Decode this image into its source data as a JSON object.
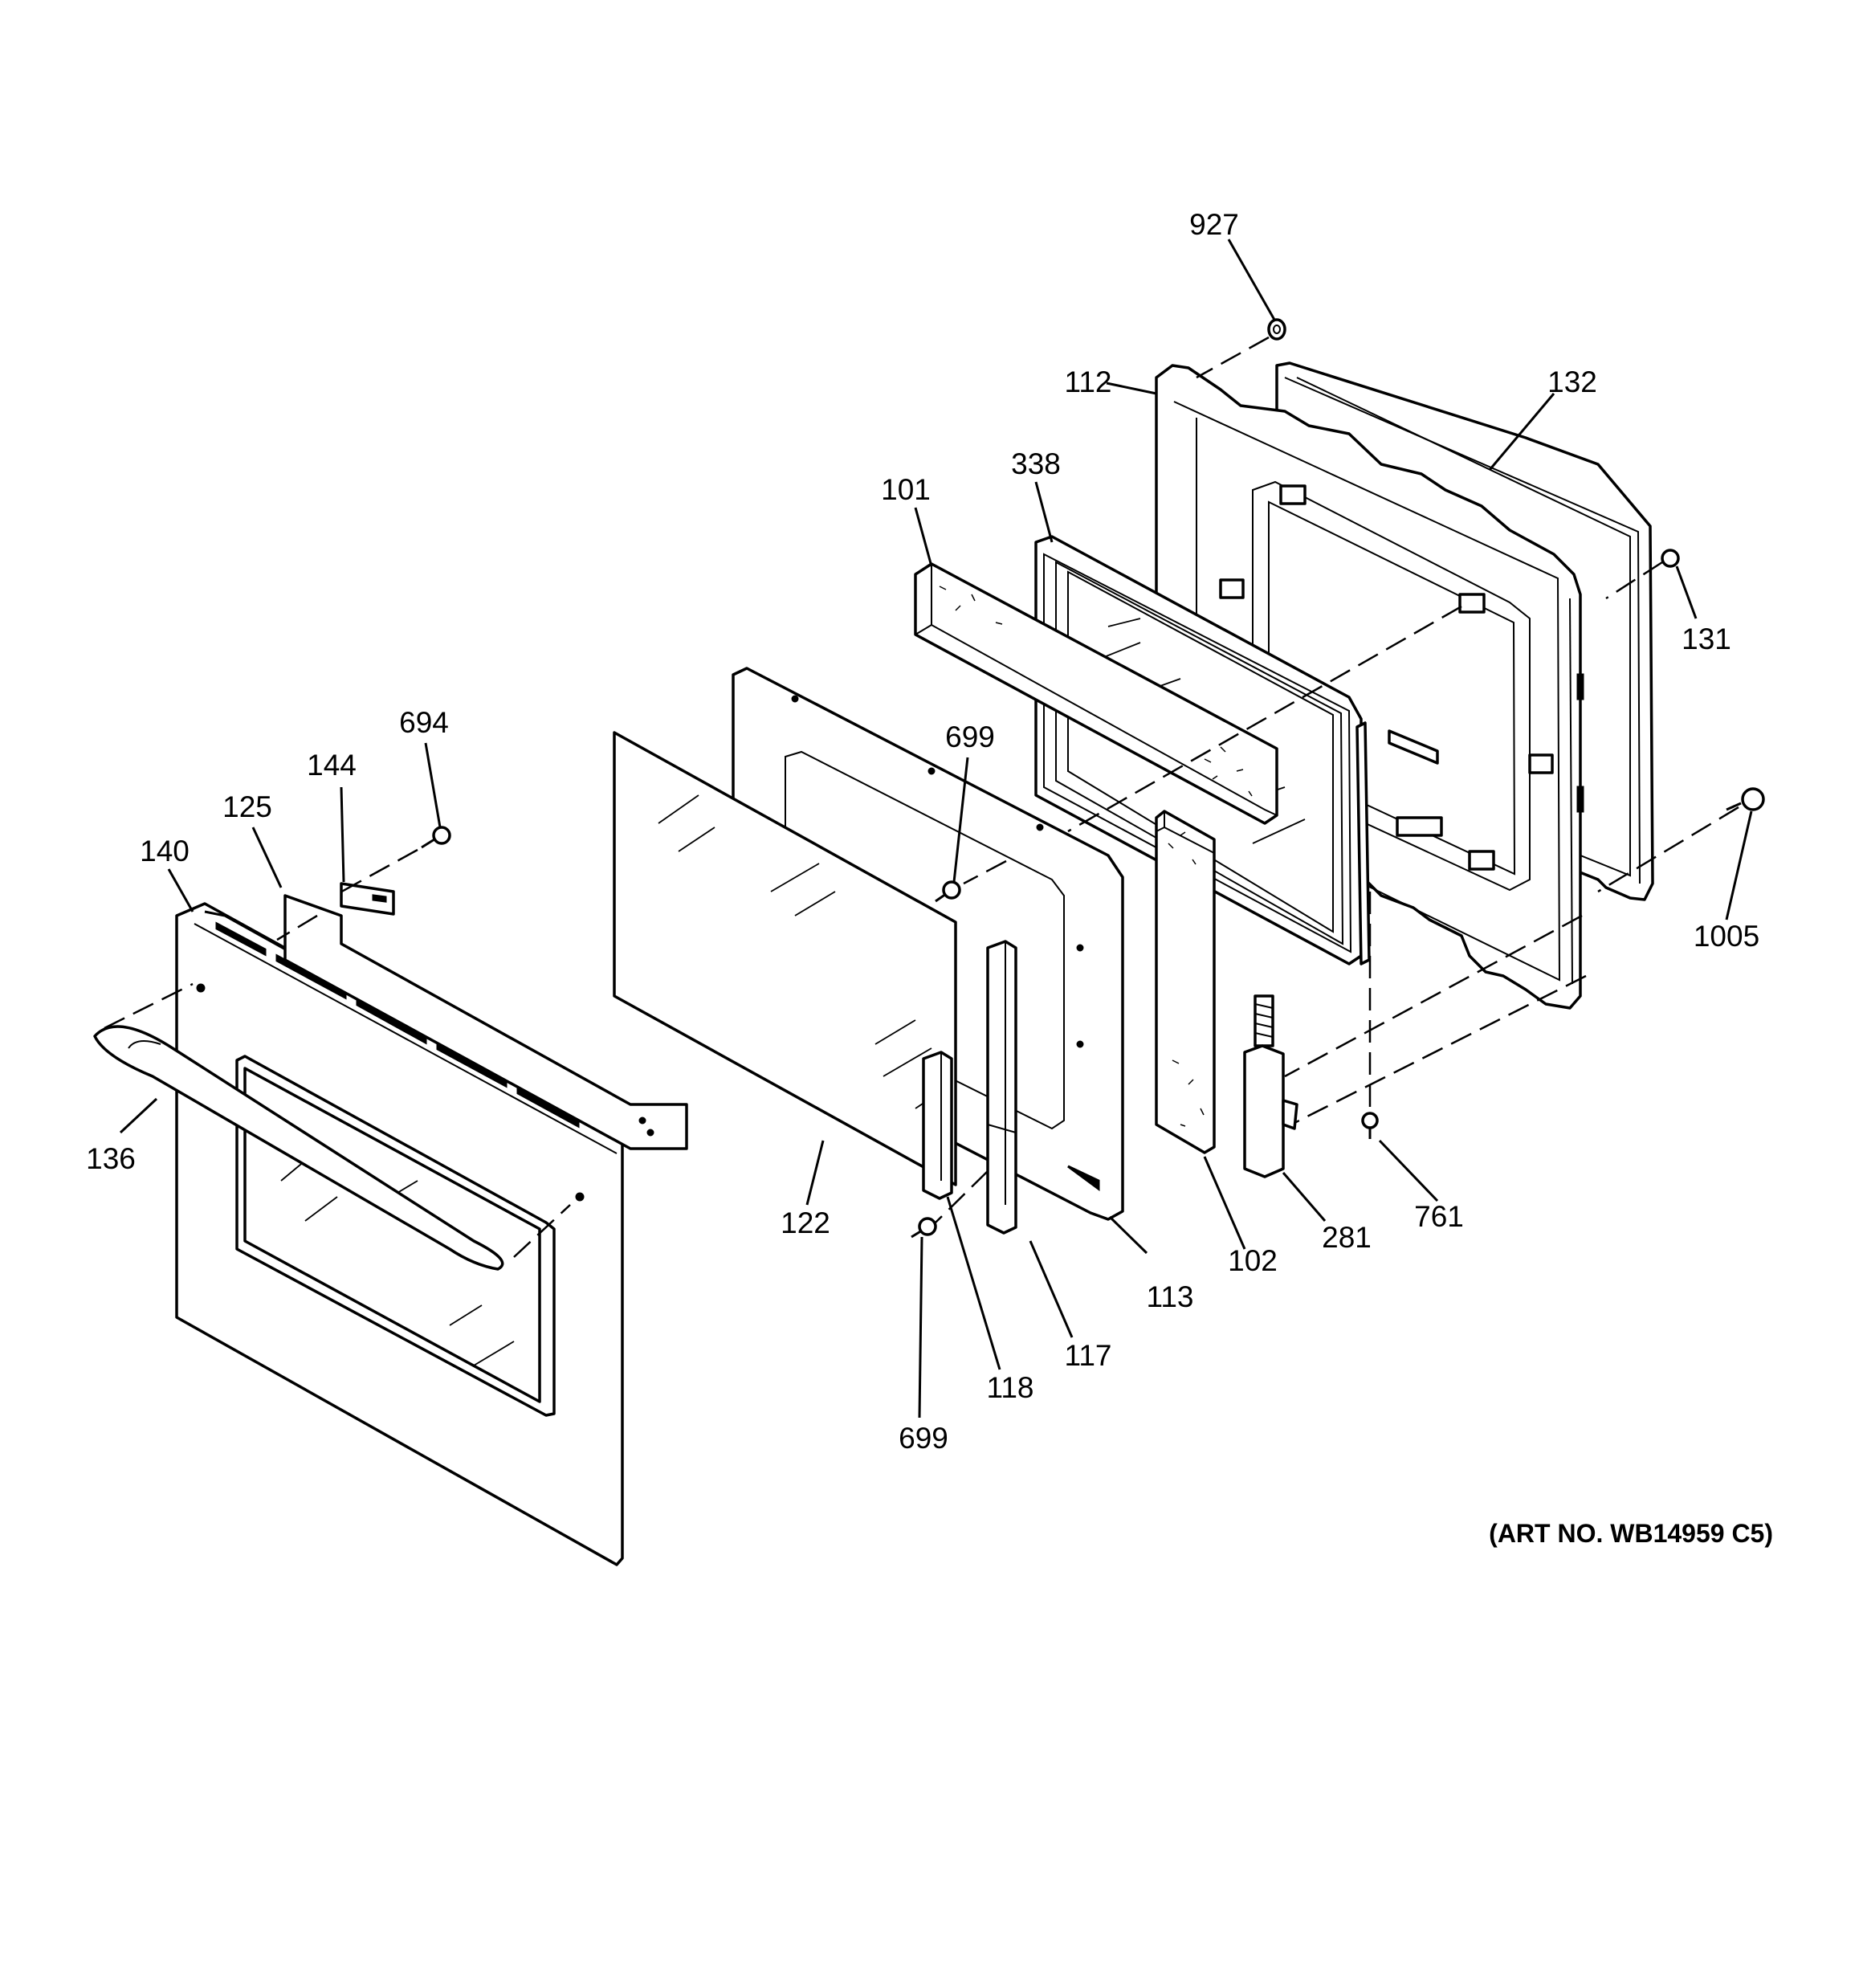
{
  "diagram": {
    "callouts": [
      {
        "id": "927",
        "label": "927"
      },
      {
        "id": "112",
        "label": "112"
      },
      {
        "id": "132",
        "label": "132"
      },
      {
        "id": "338",
        "label": "338"
      },
      {
        "id": "101",
        "label": "101"
      },
      {
        "id": "131",
        "label": "131"
      },
      {
        "id": "694",
        "label": "694"
      },
      {
        "id": "699a",
        "label": "699"
      },
      {
        "id": "144",
        "label": "144"
      },
      {
        "id": "125",
        "label": "125"
      },
      {
        "id": "140",
        "label": "140"
      },
      {
        "id": "1005",
        "label": "1005"
      },
      {
        "id": "136",
        "label": "136"
      },
      {
        "id": "122",
        "label": "122"
      },
      {
        "id": "113",
        "label": "113"
      },
      {
        "id": "102",
        "label": "102"
      },
      {
        "id": "281",
        "label": "281"
      },
      {
        "id": "761",
        "label": "761"
      },
      {
        "id": "117",
        "label": "117"
      },
      {
        "id": "118",
        "label": "118"
      },
      {
        "id": "699b",
        "label": "699"
      }
    ],
    "art_number": "(ART NO. WB14959 C5)"
  }
}
